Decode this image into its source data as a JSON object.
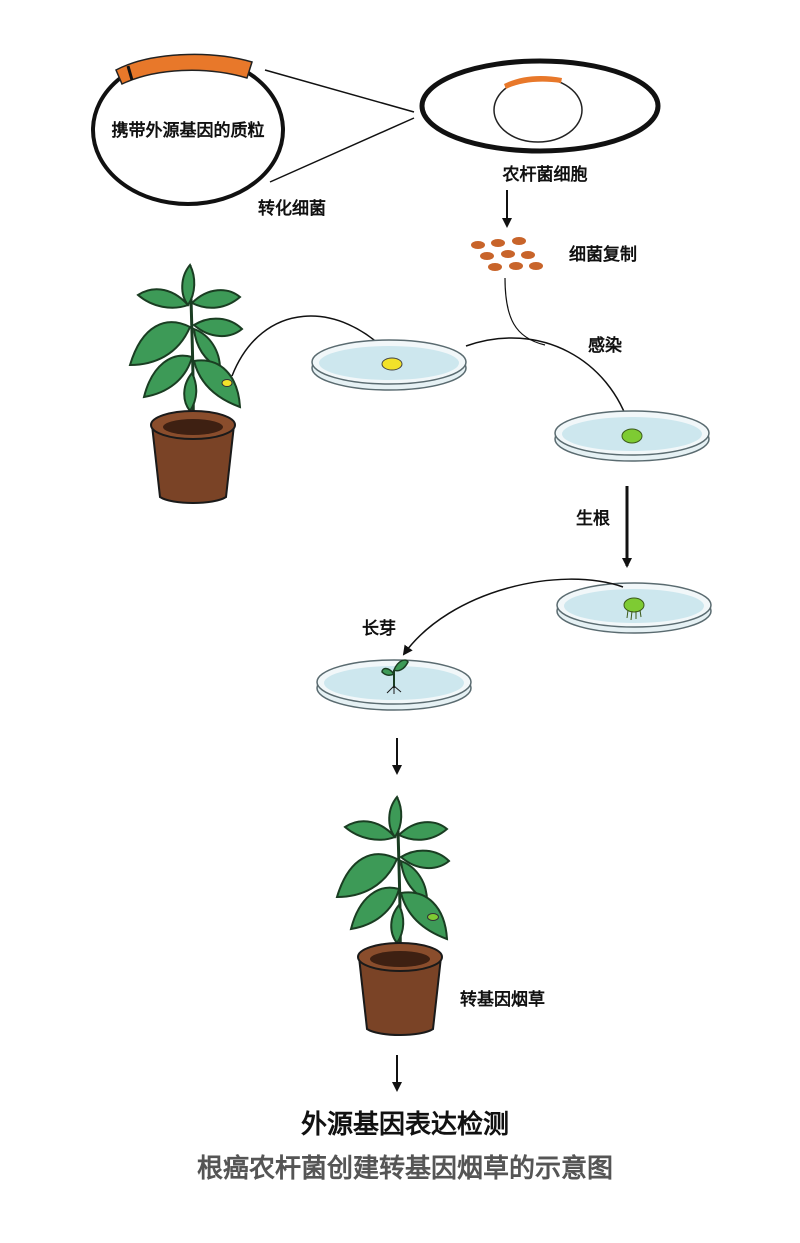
{
  "labels": {
    "plasmid": "携带外源基因的质粒",
    "transform": "转化细菌",
    "agro_cell": "农杆菌细胞",
    "replicate": "细菌复制",
    "infect": "感染",
    "rooting": "生根",
    "sprouting": "长芽",
    "transgenic_tobacco": "转基因烟草"
  },
  "footer": {
    "title": "外源基因表达检测",
    "caption": "根癌农杆菌创建转基因烟草的示意图"
  },
  "colors": {
    "plasmid_insert": "#e8782a",
    "bacteria": "#c8642a",
    "leaf": "#3d9a57",
    "leaf_outline": "#1a3d22",
    "pot": "#7a4326",
    "pot_rim": "#8a4d2c",
    "dish_medium": "#cde7ee",
    "callus_yellow": "#f2e22a",
    "callus_green": "#7ecb33"
  }
}
